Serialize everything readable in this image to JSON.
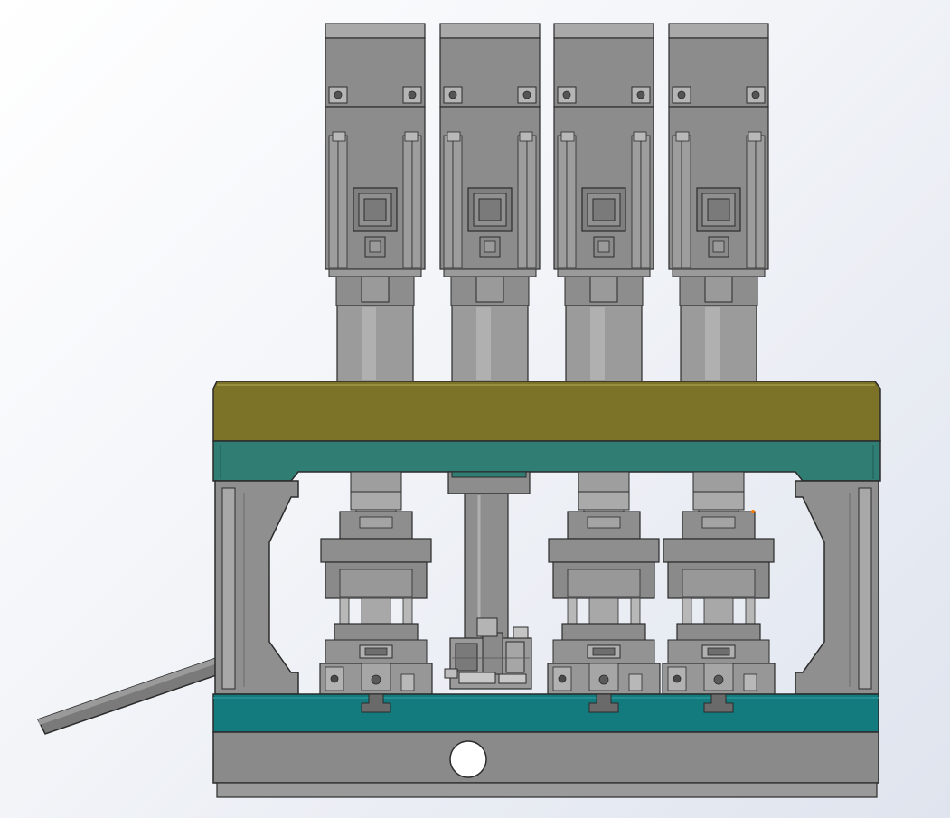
{
  "title": "",
  "colors": {
    "background_top": "#ffffff",
    "background_bottom": "#dfe4ee",
    "motor_gray": "#8c8c8c",
    "motor_light": "#a9a9a9",
    "top_plate_olive": "#7d7328",
    "upper_plate_teal": "#2f7d73",
    "lower_plate_teal": "#137a7e",
    "base_gray": "#8a8a8a",
    "outline": "#2b2b2b"
  },
  "motors": [
    {
      "id": "motor-1"
    },
    {
      "id": "motor-2"
    },
    {
      "id": "motor-3"
    },
    {
      "id": "motor-4"
    }
  ],
  "stations": [
    {
      "id": "press-station-1",
      "type": "press"
    },
    {
      "id": "center-module",
      "type": "sensor-module"
    },
    {
      "id": "press-station-3",
      "type": "press"
    },
    {
      "id": "press-station-4",
      "type": "press"
    }
  ],
  "icons": [
    "motor-icon",
    "connector-box-icon",
    "clamp-icon",
    "t-slot-icon",
    "hole-icon"
  ]
}
